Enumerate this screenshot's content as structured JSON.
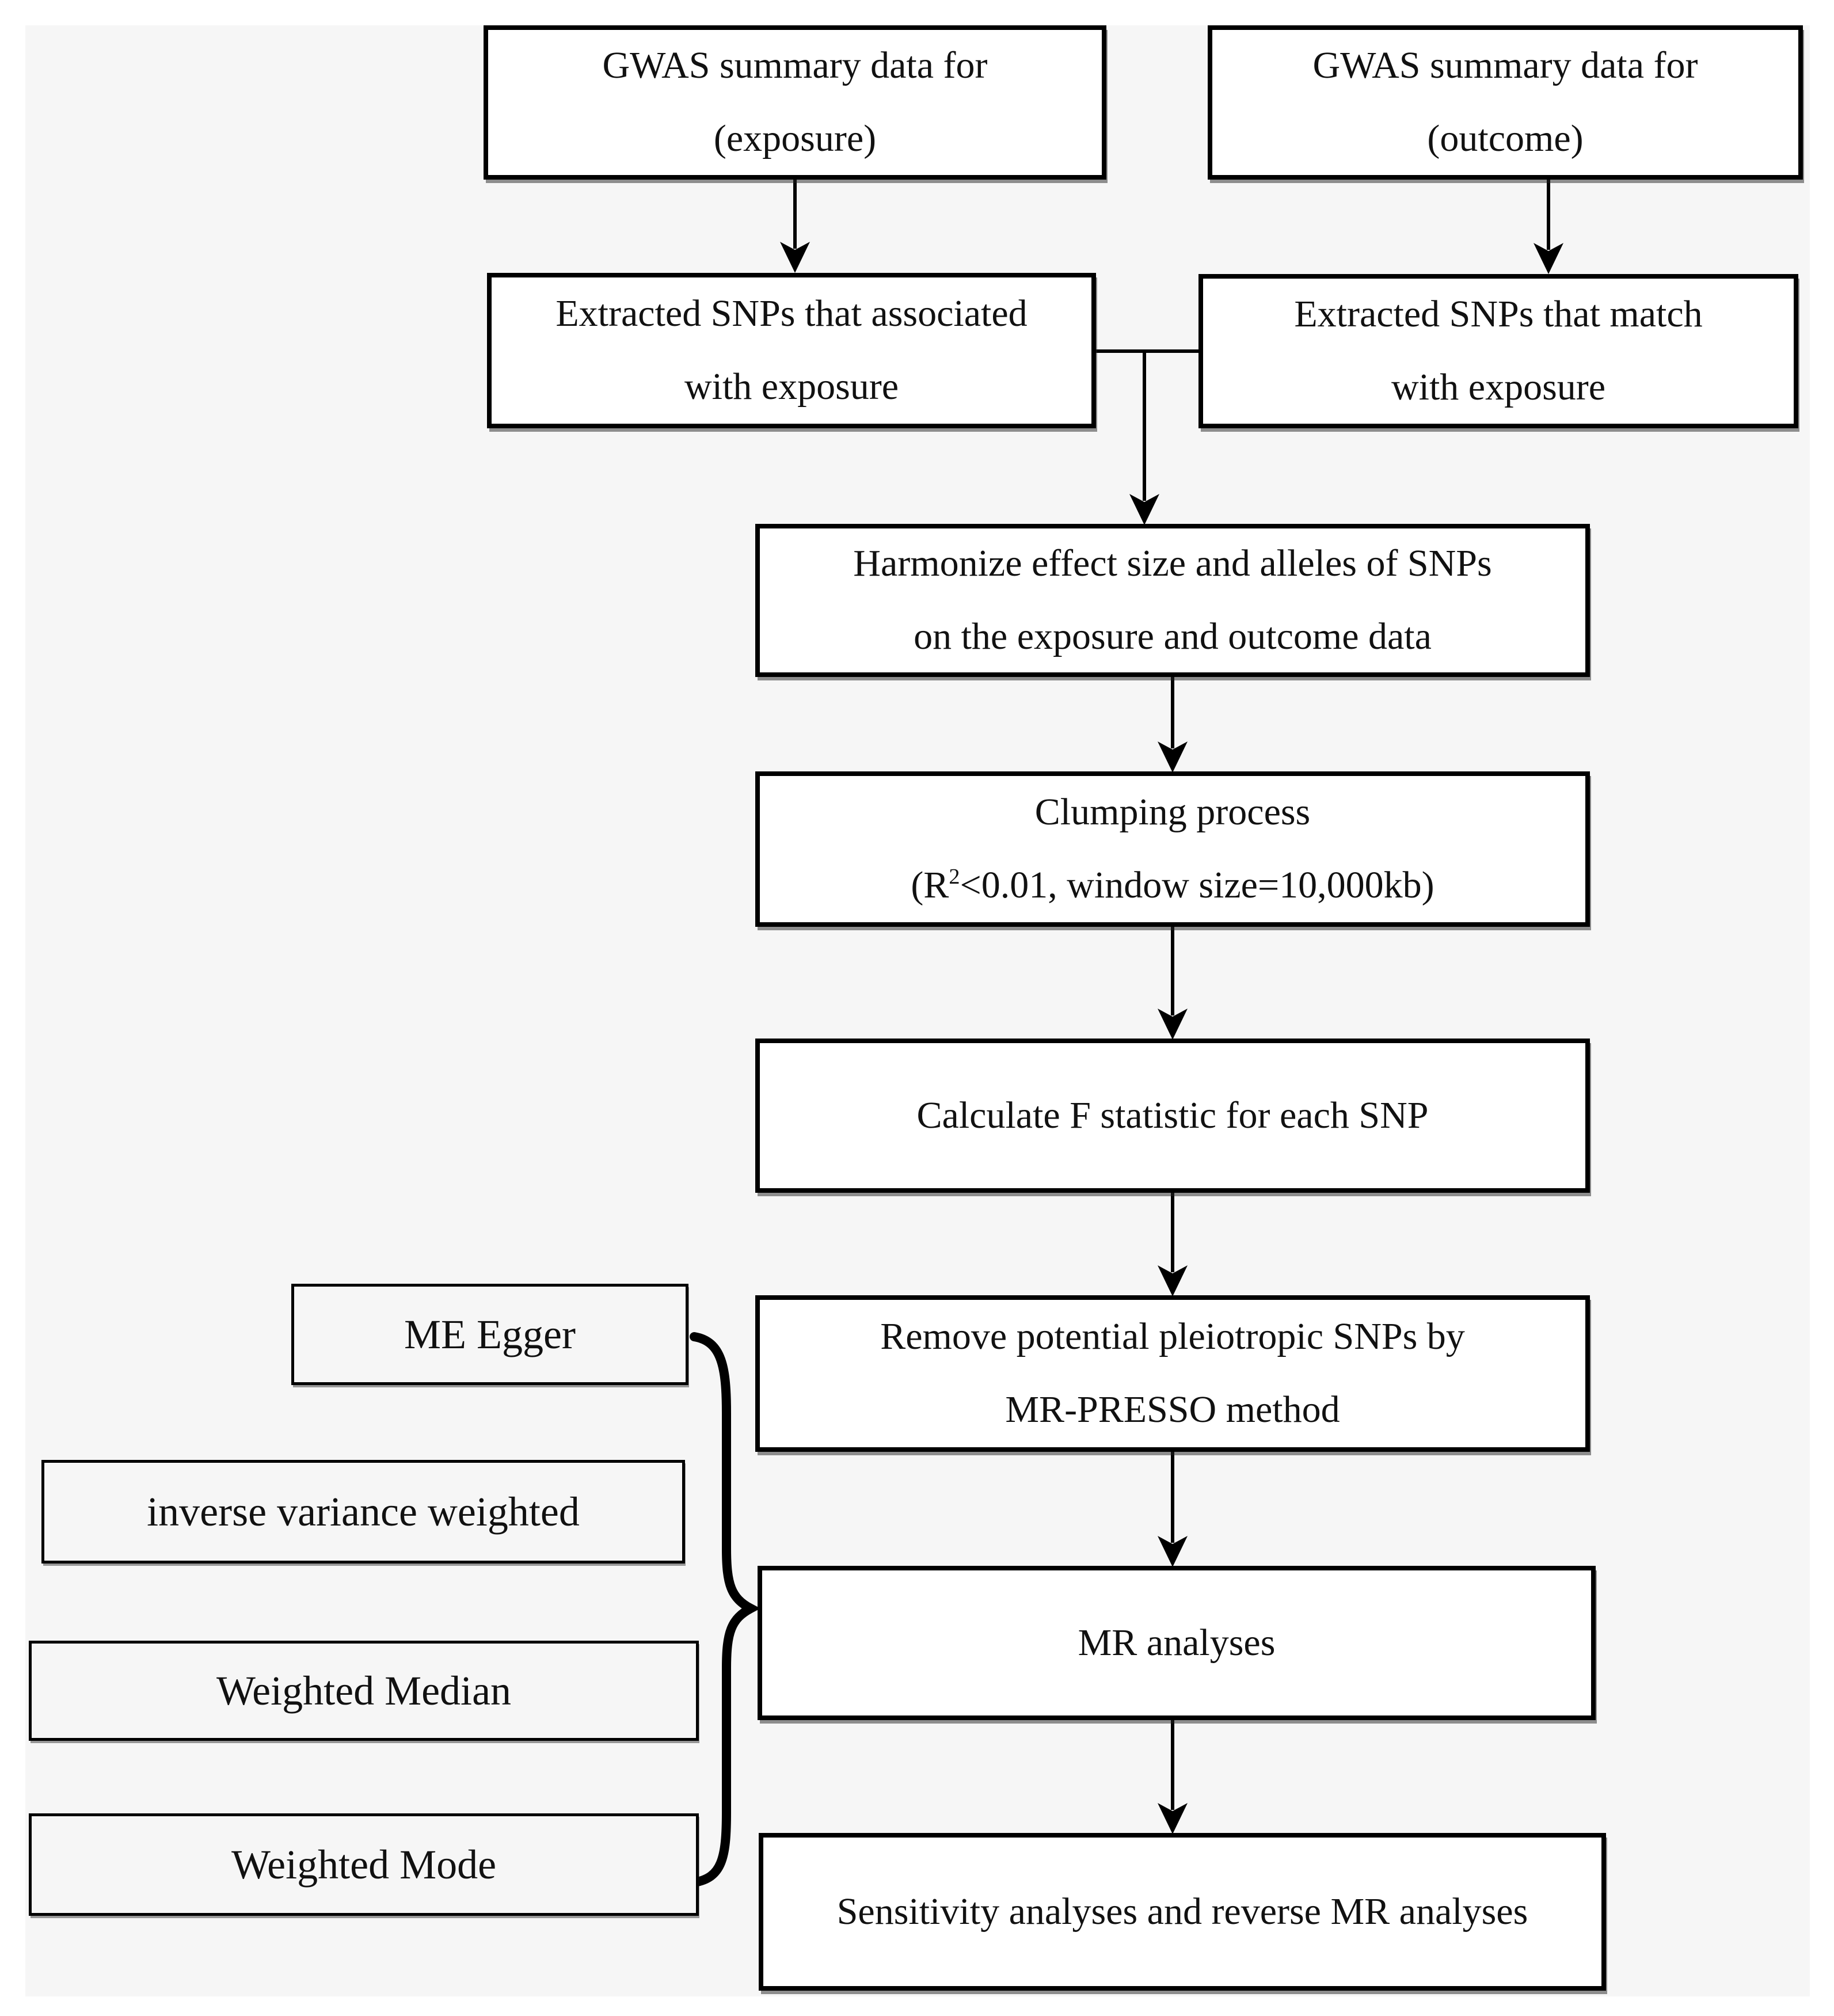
{
  "diagram": {
    "colors": {
      "background": "#f6f6f6",
      "node_fill": "#ffffff",
      "line": "#000000",
      "text": "#111111"
    },
    "nodes": {
      "gwas_exposure": {
        "lines": [
          "GWAS summary data for",
          "(exposure)"
        ]
      },
      "gwas_outcome": {
        "lines": [
          "GWAS summary data for",
          "(outcome)"
        ]
      },
      "extract_exposure": {
        "lines": [
          "Extracted SNPs that associated",
          "with exposure"
        ]
      },
      "extract_outcome": {
        "lines": [
          "Extracted SNPs that match",
          "with exposure"
        ]
      },
      "harmonize": {
        "lines": [
          "Harmonize effect size and alleles of SNPs",
          "on the exposure and outcome data"
        ]
      },
      "clumping": {
        "line1": "Clumping process",
        "formula": {
          "pre": "(R",
          "sup": "2",
          "post": "<0.01, window size=10,000kb)"
        }
      },
      "f_statistic": {
        "lines": [
          "Calculate F statistic for each SNP"
        ]
      },
      "mr_presso": {
        "lines": [
          "Remove potential pleiotropic SNPs by",
          "MR-PRESSO method"
        ]
      },
      "mr_analyses": {
        "lines": [
          "MR analyses"
        ]
      },
      "sensitivity": {
        "lines": [
          "Sensitivity analyses and reverse MR analyses"
        ]
      },
      "methods": {
        "me_egger": "ME Egger",
        "ivw": "inverse variance weighted",
        "weighted_median": "Weighted Median",
        "weighted_mode": "Weighted Mode"
      }
    },
    "edges": [
      {
        "from": "gwas_exposure",
        "to": "extract_exposure"
      },
      {
        "from": "gwas_outcome",
        "to": "extract_outcome"
      },
      {
        "from": "extract_exposure",
        "to": "harmonize"
      },
      {
        "from": "extract_outcome",
        "to": "harmonize"
      },
      {
        "from": "harmonize",
        "to": "clumping"
      },
      {
        "from": "clumping",
        "to": "f_statistic"
      },
      {
        "from": "f_statistic",
        "to": "mr_presso"
      },
      {
        "from": "mr_presso",
        "to": "mr_analyses"
      },
      {
        "from": "mr_analyses",
        "to": "sensitivity"
      },
      {
        "from": "methods (brace group)",
        "to": "mr_analyses"
      }
    ]
  }
}
